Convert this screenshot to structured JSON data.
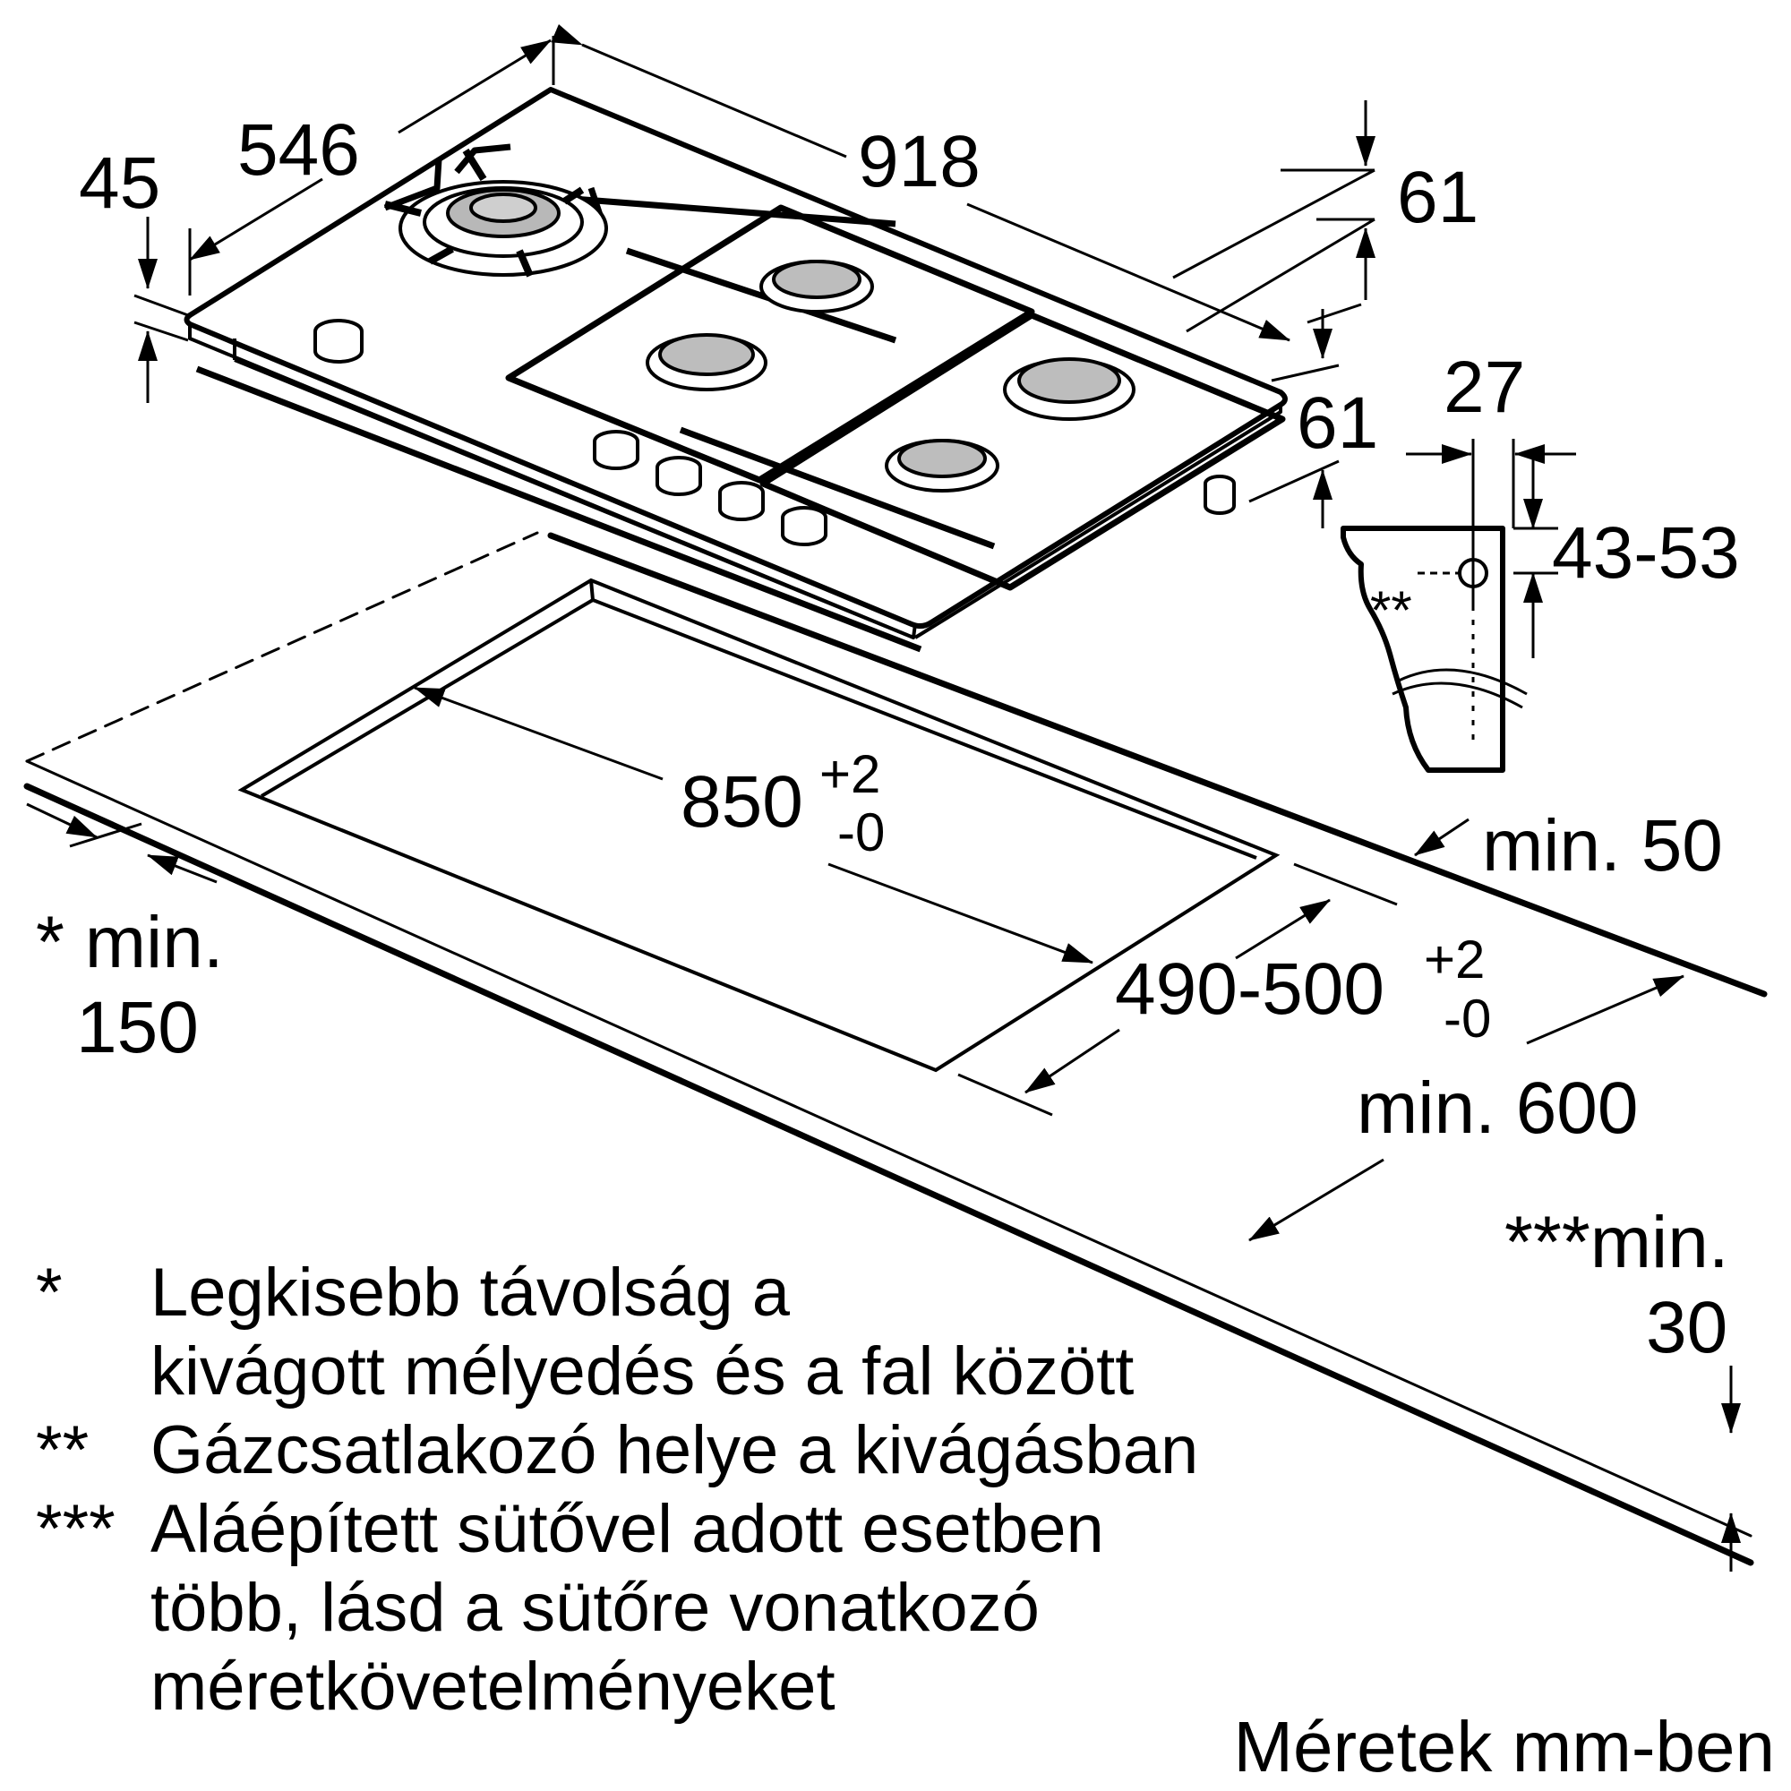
{
  "dimensions": {
    "hob_depth": "546",
    "hob_width": "918",
    "hob_height": "45",
    "right_offset_top": "61",
    "right_offset_bottom": "61",
    "gas_pipe_offset": "27",
    "gas_pipe_height": "43-53",
    "gas_marker": "**",
    "cutout_width": "850",
    "cutout_width_tol_plus": "+2",
    "cutout_width_tol_minus": "-0",
    "cutout_depth": "490-500",
    "cutout_depth_tol_plus": "+2",
    "cutout_depth_tol_minus": "-0",
    "min_back": "min. 50",
    "min_worktop": "min. 600",
    "min_side_line1": "* min.",
    "min_side_line2": "150",
    "min_below_line1": "***min.",
    "min_below_line2": "30"
  },
  "notes": [
    {
      "mark": "*",
      "lines": [
        "Legkisebb távolság a",
        "kivágott mélyedés és a fal között"
      ]
    },
    {
      "mark": "**",
      "lines": [
        "Gázcsatlakozó helye a kivágásban"
      ]
    },
    {
      "mark": "***",
      "lines": [
        "Aláépített sütővel adott esetben",
        "több, lásd a sütőre vonatkozó",
        "méretkövetelményeket"
      ]
    }
  ],
  "units_label": "Méretek mm-ben"
}
